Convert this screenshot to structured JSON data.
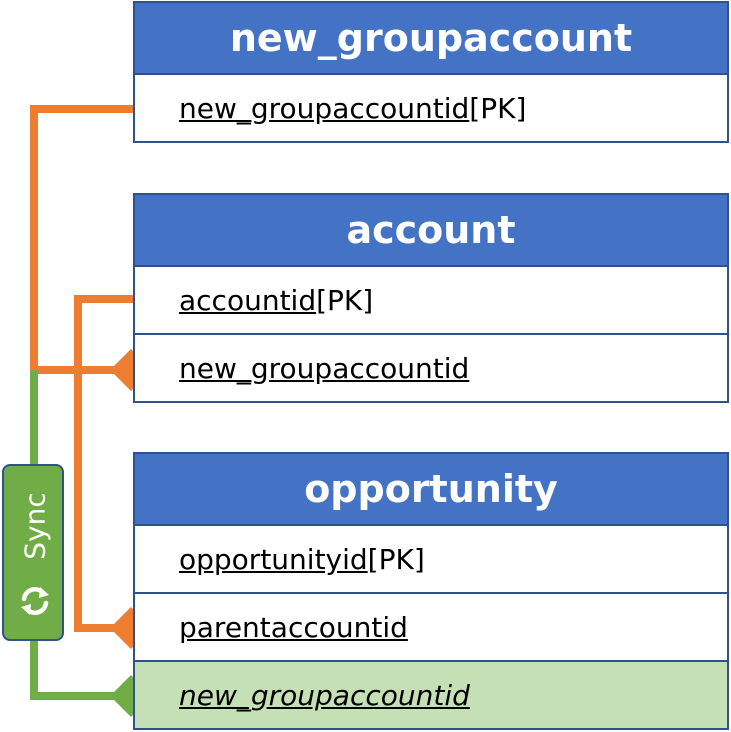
{
  "colors": {
    "header": "#4472c4",
    "border": "#2f528f",
    "orange_link": "#ed7d31",
    "green_link": "#70ad47",
    "highlight_row": "#c5e0b4"
  },
  "entities": [
    {
      "title": "new_groupaccount",
      "fields": [
        {
          "name": "new_groupaccountid",
          "suffix": " [PK]"
        }
      ]
    },
    {
      "title": "account",
      "fields": [
        {
          "name": "accountid",
          "suffix": " [PK]"
        },
        {
          "name": "new_groupaccountid",
          "suffix": ""
        }
      ]
    },
    {
      "title": "opportunity",
      "fields": [
        {
          "name": "opportunityid",
          "suffix": " [PK]"
        },
        {
          "name": "parentaccountid",
          "suffix": ""
        },
        {
          "name": "new_groupaccountid",
          "suffix": "",
          "italic": true,
          "highlight": true
        }
      ]
    }
  ],
  "sync": {
    "label": "Sync",
    "icon": "sync-icon"
  }
}
